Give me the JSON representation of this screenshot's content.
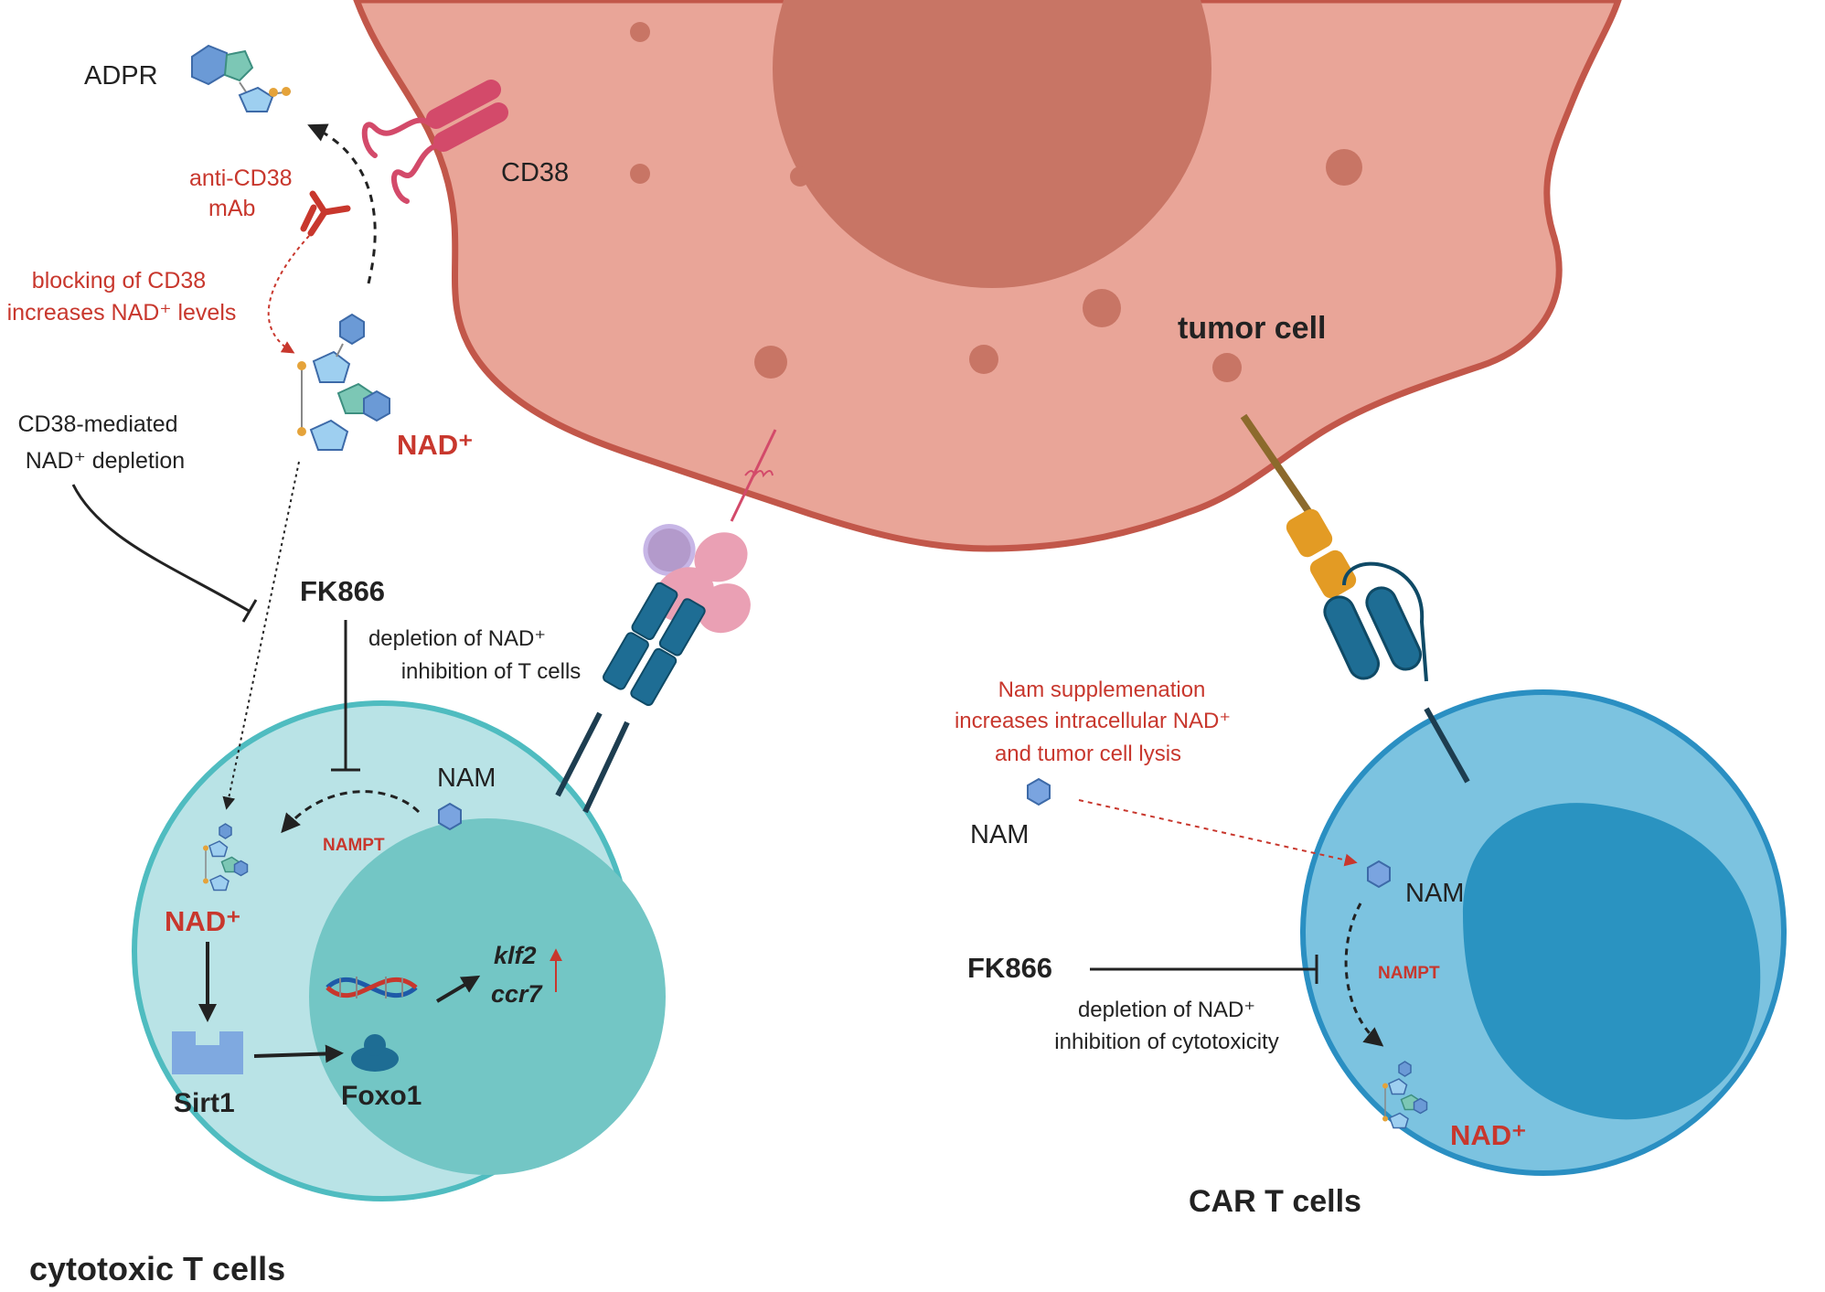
{
  "colors": {
    "tumor_fill": "#e9a598",
    "tumor_outline": "#c2574a",
    "tumor_nucleus": "#c87565",
    "tcell_fill": "#b9e3e6",
    "tcell_outline": "#4fbcc0",
    "tcell_nucleus": "#73c6c5",
    "car_fill": "#7cc3e0",
    "car_outline": "#2a8fc2",
    "car_nucleus": "#2a93c1",
    "annotation_red": "#c8372d",
    "text_dark": "#222222"
  },
  "labels": {
    "adpr": "ADPR",
    "cd38": "CD38",
    "anti_cd38_line1": "anti-CD38",
    "anti_cd38_line2": "mAb",
    "blocking_line1": "blocking of CD38",
    "blocking_line2": "increases NAD⁺ levels",
    "nad_top": "NAD⁺",
    "cd38_mediated_line1": "CD38-mediated",
    "cd38_mediated_line2": "NAD⁺ depletion",
    "tumor_cell": "tumor cell",
    "fk866_left": "FK866",
    "depletion_left_line1": "depletion of NAD⁺",
    "depletion_left_line2": "inhibition of T cells",
    "nam_left": "NAM",
    "nampt_left": "NAMPT",
    "nad_left": "NAD⁺",
    "klf2": "klf2",
    "ccr7": "ccr7",
    "sirt1": "Sirt1",
    "foxo1": "Foxo1",
    "cytotoxic": "cytotoxic T cells",
    "nam_supp_line1": "Nam supplemenation",
    "nam_supp_line2": "increases intracellular NAD⁺",
    "nam_supp_line3": "and tumor cell lysis",
    "nam_outside": "NAM",
    "nam_right": "NAM",
    "fk866_right": "FK866",
    "nampt_right": "NAMPT",
    "depletion_right_line1": "depletion of NAD⁺",
    "depletion_right_line2": "inhibition of cytotoxicity",
    "nad_right": "NAD⁺",
    "car_t": "CAR T cells"
  }
}
